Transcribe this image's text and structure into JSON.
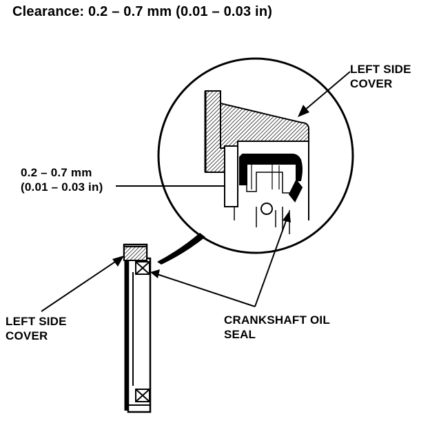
{
  "title": "Clearance: 0.2 – 0.7 mm (0.01 – 0.03 in)",
  "labels": {
    "left_side_cover_top": [
      "LEFT SIDE",
      "COVER"
    ],
    "clearance_callout": [
      "0.2 – 0.7 mm",
      "(0.01 – 0.03 in)"
    ],
    "left_side_cover_bottom": [
      "LEFT SIDE",
      "COVER"
    ],
    "crankshaft_oil_seal": [
      "CRANKSHAFT OIL",
      "SEAL"
    ]
  }
}
